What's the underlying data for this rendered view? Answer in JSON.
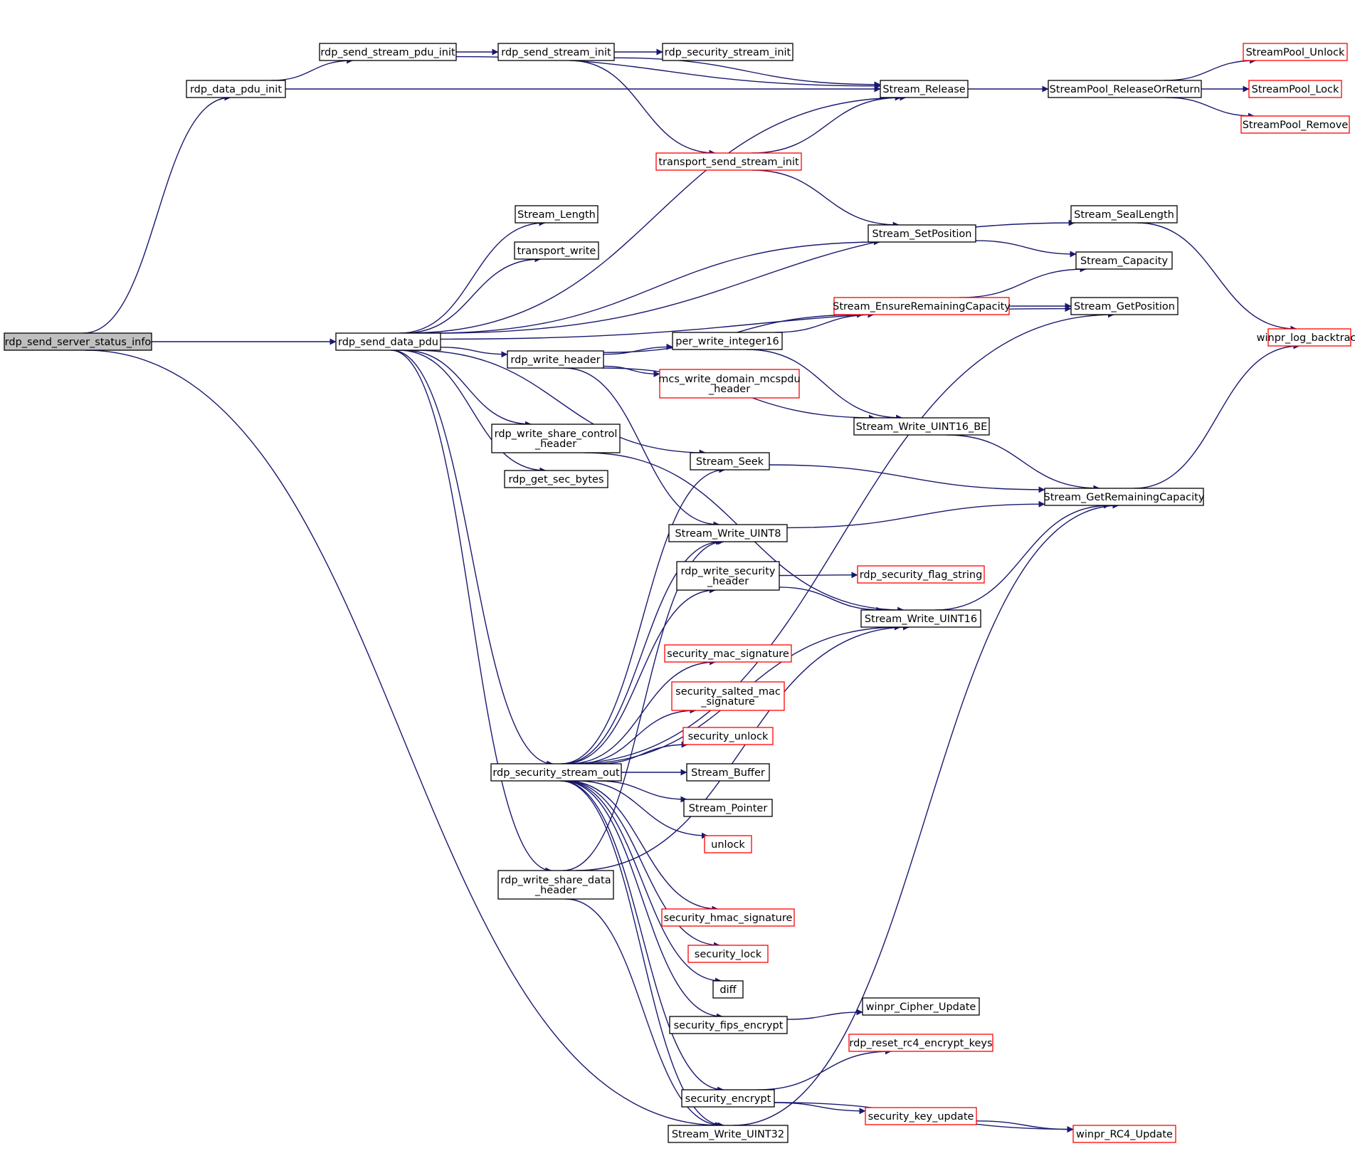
{
  "graph": {
    "edge_color": "#191970",
    "node_border_default": "#000000",
    "node_border_incomplete": "#ff0000",
    "root_fill": "#bfbfbf",
    "nodes": [
      {
        "id": "root",
        "lines": [
          "rdp_send_server_status_info"
        ],
        "style": "root"
      },
      {
        "id": "data_pdu_init",
        "lines": [
          "rdp_data_pdu_init"
        ],
        "style": "normal"
      },
      {
        "id": "send_stream_pdu_init",
        "lines": [
          "rdp_send_stream_pdu_init"
        ],
        "style": "normal"
      },
      {
        "id": "send_stream_init",
        "lines": [
          "rdp_send_stream_init"
        ],
        "style": "normal"
      },
      {
        "id": "security_stream_init",
        "lines": [
          "rdp_security_stream_init"
        ],
        "style": "normal"
      },
      {
        "id": "stream_release",
        "lines": [
          "Stream_Release"
        ],
        "style": "normal"
      },
      {
        "id": "pool_release",
        "lines": [
          "StreamPool_ReleaseOrReturn"
        ],
        "style": "normal"
      },
      {
        "id": "pool_unlock",
        "lines": [
          "StreamPool_Unlock"
        ],
        "style": "red"
      },
      {
        "id": "pool_lock",
        "lines": [
          "StreamPool_Lock"
        ],
        "style": "red"
      },
      {
        "id": "pool_remove",
        "lines": [
          "StreamPool_Remove"
        ],
        "style": "red"
      },
      {
        "id": "transport_init",
        "lines": [
          "transport_send_stream_init"
        ],
        "style": "red"
      },
      {
        "id": "stream_length",
        "lines": [
          "Stream_Length"
        ],
        "style": "normal"
      },
      {
        "id": "transport_write",
        "lines": [
          "transport_write"
        ],
        "style": "normal"
      },
      {
        "id": "seal_length",
        "lines": [
          "Stream_SealLength"
        ],
        "style": "normal"
      },
      {
        "id": "set_position",
        "lines": [
          "Stream_SetPosition"
        ],
        "style": "normal"
      },
      {
        "id": "capacity",
        "lines": [
          "Stream_Capacity"
        ],
        "style": "normal"
      },
      {
        "id": "ensure_capacity",
        "lines": [
          "Stream_EnsureRemainingCapacity"
        ],
        "style": "red"
      },
      {
        "id": "get_position",
        "lines": [
          "Stream_GetPosition"
        ],
        "style": "normal"
      },
      {
        "id": "log_backtrace",
        "lines": [
          "winpr_log_backtrace"
        ],
        "style": "red"
      },
      {
        "id": "send_data_pdu",
        "lines": [
          "rdp_send_data_pdu"
        ],
        "style": "normal"
      },
      {
        "id": "write_header",
        "lines": [
          "rdp_write_header"
        ],
        "style": "normal"
      },
      {
        "id": "per_write",
        "lines": [
          "per_write_integer16"
        ],
        "style": "normal"
      },
      {
        "id": "mcs_header",
        "lines": [
          "mcs_write_domain_mcspdu",
          "_header"
        ],
        "style": "red"
      },
      {
        "id": "write_u16be",
        "lines": [
          "Stream_Write_UINT16_BE"
        ],
        "style": "normal"
      },
      {
        "id": "share_control",
        "lines": [
          "rdp_write_share_control",
          "_header"
        ],
        "style": "normal"
      },
      {
        "id": "stream_seek",
        "lines": [
          "Stream_Seek"
        ],
        "style": "normal"
      },
      {
        "id": "remaining_cap",
        "lines": [
          "Stream_GetRemainingCapacity"
        ],
        "style": "normal"
      },
      {
        "id": "sec_bytes",
        "lines": [
          "rdp_get_sec_bytes"
        ],
        "style": "normal"
      },
      {
        "id": "write_u8",
        "lines": [
          "Stream_Write_UINT8"
        ],
        "style": "normal"
      },
      {
        "id": "sec_header",
        "lines": [
          "rdp_write_security",
          "_header"
        ],
        "style": "normal"
      },
      {
        "id": "sec_flag",
        "lines": [
          "rdp_security_flag_string"
        ],
        "style": "red"
      },
      {
        "id": "write_u16",
        "lines": [
          "Stream_Write_UINT16"
        ],
        "style": "normal"
      },
      {
        "id": "mac_sig",
        "lines": [
          "security_mac_signature"
        ],
        "style": "red"
      },
      {
        "id": "salted_mac",
        "lines": [
          "security_salted_mac",
          "_signature"
        ],
        "style": "red"
      },
      {
        "id": "sec_unlock",
        "lines": [
          "security_unlock"
        ],
        "style": "red"
      },
      {
        "id": "sec_stream_out",
        "lines": [
          "rdp_security_stream_out"
        ],
        "style": "normal"
      },
      {
        "id": "stream_buffer",
        "lines": [
          "Stream_Buffer"
        ],
        "style": "normal"
      },
      {
        "id": "stream_pointer",
        "lines": [
          "Stream_Pointer"
        ],
        "style": "normal"
      },
      {
        "id": "unlock",
        "lines": [
          "unlock"
        ],
        "style": "red"
      },
      {
        "id": "share_data",
        "lines": [
          "rdp_write_share_data",
          "_header"
        ],
        "style": "normal"
      },
      {
        "id": "hmac_sig",
        "lines": [
          "security_hmac_signature"
        ],
        "style": "red"
      },
      {
        "id": "sec_lock",
        "lines": [
          "security_lock"
        ],
        "style": "red"
      },
      {
        "id": "diff",
        "lines": [
          "diff"
        ],
        "style": "normal"
      },
      {
        "id": "fips_encrypt",
        "lines": [
          "security_fips_encrypt"
        ],
        "style": "normal"
      },
      {
        "id": "cipher_update",
        "lines": [
          "winpr_Cipher_Update"
        ],
        "style": "normal"
      },
      {
        "id": "rc4_reset",
        "lines": [
          "rdp_reset_rc4_encrypt_keys"
        ],
        "style": "red"
      },
      {
        "id": "sec_encrypt",
        "lines": [
          "security_encrypt"
        ],
        "style": "normal"
      },
      {
        "id": "key_update",
        "lines": [
          "security_key_update"
        ],
        "style": "red"
      },
      {
        "id": "rc4_update",
        "lines": [
          "winpr_RC4_Update"
        ],
        "style": "red"
      },
      {
        "id": "write_u32",
        "lines": [
          "Stream_Write_UINT32"
        ],
        "style": "normal"
      }
    ],
    "edges": [
      [
        "root",
        "data_pdu_init"
      ],
      [
        "root",
        "send_data_pdu"
      ],
      [
        "root",
        "write_u32"
      ],
      [
        "data_pdu_init",
        "send_stream_pdu_init"
      ],
      [
        "data_pdu_init",
        "stream_release"
      ],
      [
        "send_stream_pdu_init",
        "send_stream_init"
      ],
      [
        "send_stream_pdu_init",
        "stream_release"
      ],
      [
        "send_stream_init",
        "security_stream_init"
      ],
      [
        "send_stream_init",
        "stream_release"
      ],
      [
        "send_stream_init",
        "transport_init"
      ],
      [
        "stream_release",
        "pool_release"
      ],
      [
        "pool_release",
        "pool_unlock"
      ],
      [
        "pool_release",
        "pool_lock"
      ],
      [
        "pool_release",
        "pool_remove"
      ],
      [
        "transport_init",
        "stream_release"
      ],
      [
        "transport_init",
        "set_position"
      ],
      [
        "send_data_pdu",
        "stream_release"
      ],
      [
        "send_data_pdu",
        "seal_length"
      ],
      [
        "send_data_pdu",
        "stream_length"
      ],
      [
        "send_data_pdu",
        "transport_write"
      ],
      [
        "send_data_pdu",
        "set_position"
      ],
      [
        "send_data_pdu",
        "get_position"
      ],
      [
        "send_data_pdu",
        "write_header"
      ],
      [
        "send_data_pdu",
        "stream_seek"
      ],
      [
        "send_data_pdu",
        "share_control"
      ],
      [
        "send_data_pdu",
        "sec_bytes"
      ],
      [
        "send_data_pdu",
        "sec_stream_out"
      ],
      [
        "send_data_pdu",
        "share_data"
      ],
      [
        "seal_length",
        "log_backtrace"
      ],
      [
        "set_position",
        "capacity"
      ],
      [
        "ensure_capacity",
        "capacity"
      ],
      [
        "ensure_capacity",
        "get_position"
      ],
      [
        "write_header",
        "ensure_capacity"
      ],
      [
        "write_header",
        "per_write"
      ],
      [
        "write_header",
        "mcs_header"
      ],
      [
        "write_header",
        "write_u16be"
      ],
      [
        "write_header",
        "write_u8"
      ],
      [
        "per_write",
        "ensure_capacity"
      ],
      [
        "per_write",
        "write_u16be"
      ],
      [
        "write_u16be",
        "remaining_cap"
      ],
      [
        "share_control",
        "write_u16"
      ],
      [
        "stream_seek",
        "remaining_cap"
      ],
      [
        "remaining_cap",
        "log_backtrace"
      ],
      [
        "write_u8",
        "remaining_cap"
      ],
      [
        "sec_header",
        "sec_flag"
      ],
      [
        "sec_header",
        "write_u16"
      ],
      [
        "write_u16",
        "remaining_cap"
      ],
      [
        "sec_stream_out",
        "get_position"
      ],
      [
        "sec_stream_out",
        "stream_seek"
      ],
      [
        "sec_stream_out",
        "write_u8"
      ],
      [
        "sec_stream_out",
        "sec_header"
      ],
      [
        "sec_stream_out",
        "mac_sig"
      ],
      [
        "sec_stream_out",
        "salted_mac"
      ],
      [
        "sec_stream_out",
        "sec_unlock"
      ],
      [
        "sec_stream_out",
        "stream_buffer"
      ],
      [
        "sec_stream_out",
        "stream_pointer"
      ],
      [
        "sec_stream_out",
        "unlock"
      ],
      [
        "sec_stream_out",
        "write_u16"
      ],
      [
        "sec_stream_out",
        "hmac_sig"
      ],
      [
        "sec_stream_out",
        "sec_lock"
      ],
      [
        "sec_stream_out",
        "diff"
      ],
      [
        "sec_stream_out",
        "fips_encrypt"
      ],
      [
        "sec_stream_out",
        "sec_encrypt"
      ],
      [
        "sec_stream_out",
        "write_u32"
      ],
      [
        "share_data",
        "write_u8"
      ],
      [
        "share_data",
        "write_u16"
      ],
      [
        "share_data",
        "write_u32"
      ],
      [
        "fips_encrypt",
        "cipher_update"
      ],
      [
        "sec_encrypt",
        "rc4_reset"
      ],
      [
        "sec_encrypt",
        "key_update"
      ],
      [
        "sec_encrypt",
        "rc4_update"
      ],
      [
        "key_update",
        "rc4_update"
      ],
      [
        "write_u32",
        "remaining_cap"
      ]
    ]
  }
}
